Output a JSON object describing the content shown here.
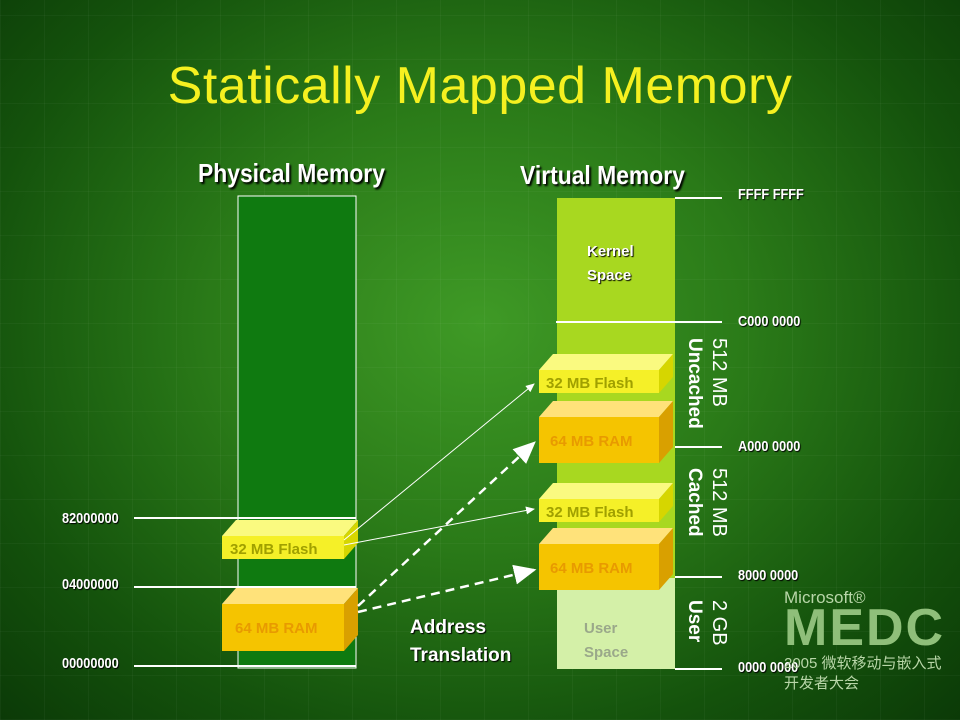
{
  "title": "Statically Mapped Memory",
  "physical": {
    "heading": "Physical Memory",
    "addresses": [
      "82000000",
      "04000000",
      "00000000"
    ],
    "flash_label": "32 MB Flash",
    "ram_label": "64 MB RAM"
  },
  "virtual": {
    "heading": "Virtual Memory",
    "kernel_label": "Kernel\nSpace",
    "user_label": "User\nSpace",
    "addresses": [
      "FFFF FFFF",
      "C000 0000",
      "A000 0000",
      "8000 0000",
      "0000 0000"
    ],
    "uncached": {
      "size": "512 MB",
      "name": "Uncached",
      "flash_label": "32 MB Flash",
      "ram_label": "64 MB RAM"
    },
    "cached": {
      "size": "512 MB",
      "name": "Cached",
      "flash_label": "32 MB Flash",
      "ram_label": "64 MB RAM"
    },
    "user": {
      "size": "2 GB",
      "name": "User"
    }
  },
  "translation_label": "Address\nTranslation",
  "logo": {
    "microsoft": "Microsoft®",
    "brand": "MEDC",
    "line1": "2005 微软移动与嵌入式",
    "line2": "开发者大会"
  },
  "colors": {
    "title": "#f5f020",
    "kernel": "#a8d820",
    "user_region": "#d4f0a8",
    "physical_column": "#0f7a10",
    "flash": "#f5f028",
    "ram": "#f5c400"
  }
}
